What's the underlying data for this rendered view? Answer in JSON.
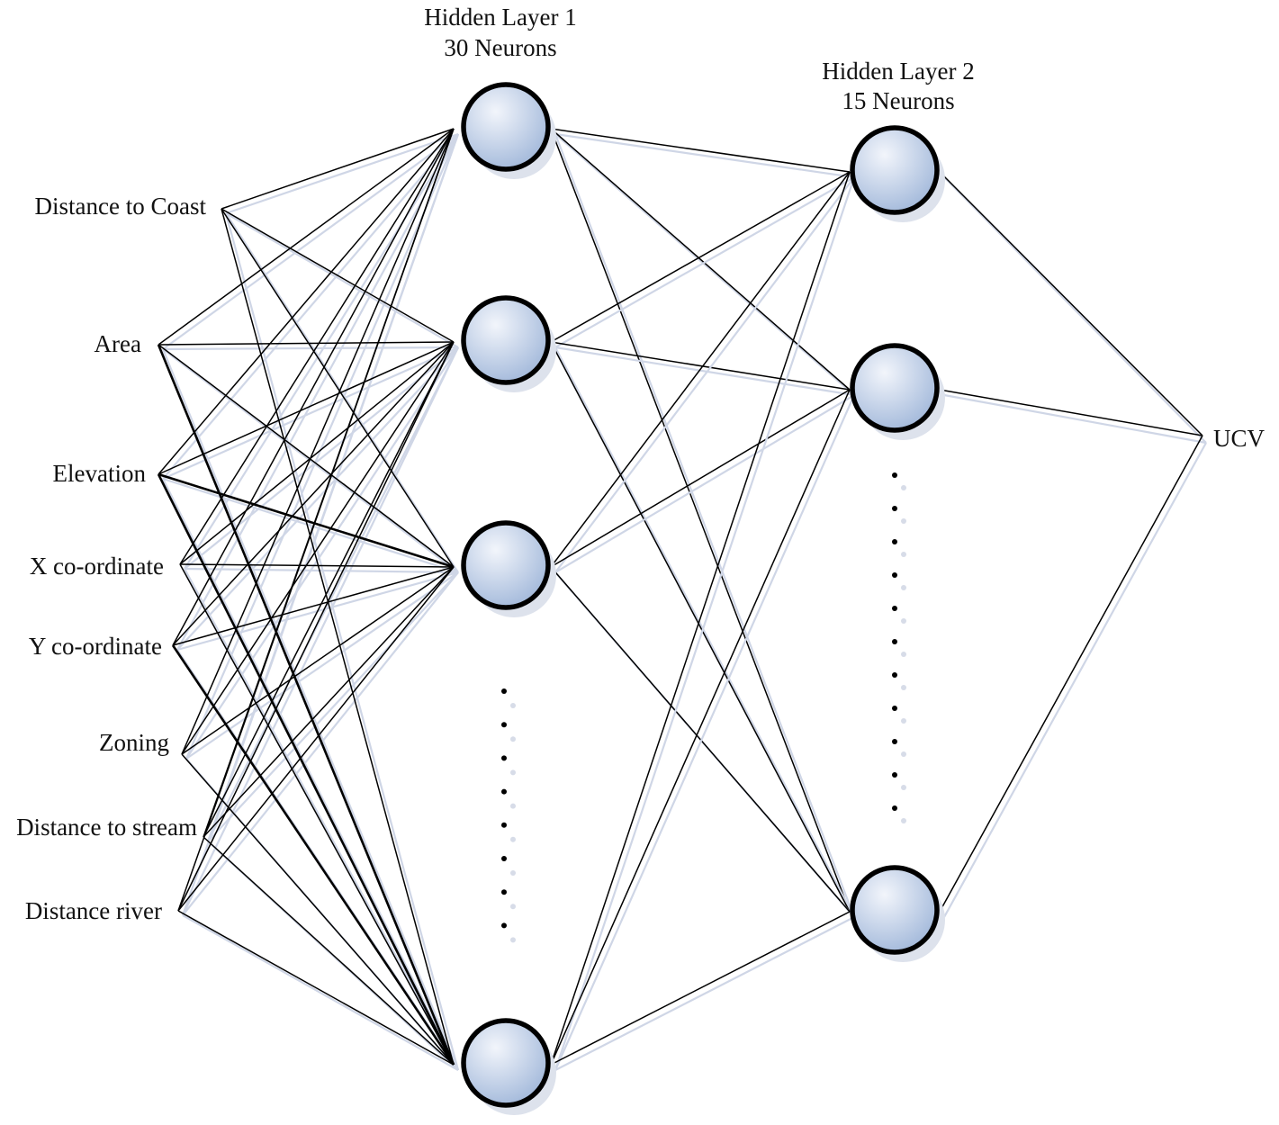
{
  "inputs": [
    "Distance to Coast",
    "Area",
    "Elevation",
    "X co-ordinate",
    "Y co-ordinate",
    "Zoning",
    "Distance to stream",
    "Distance river"
  ],
  "hidden1": {
    "title_line1": "Hidden Layer 1",
    "title_line2": "30 Neurons"
  },
  "hidden2": {
    "title_line1": "Hidden Layer 2",
    "title_line2": "15 Neurons"
  },
  "output": "UCV",
  "colors": {
    "node_fill_light": "#f2f5fb",
    "node_fill_dark": "#9fb6d9",
    "edge": "#000000"
  }
}
